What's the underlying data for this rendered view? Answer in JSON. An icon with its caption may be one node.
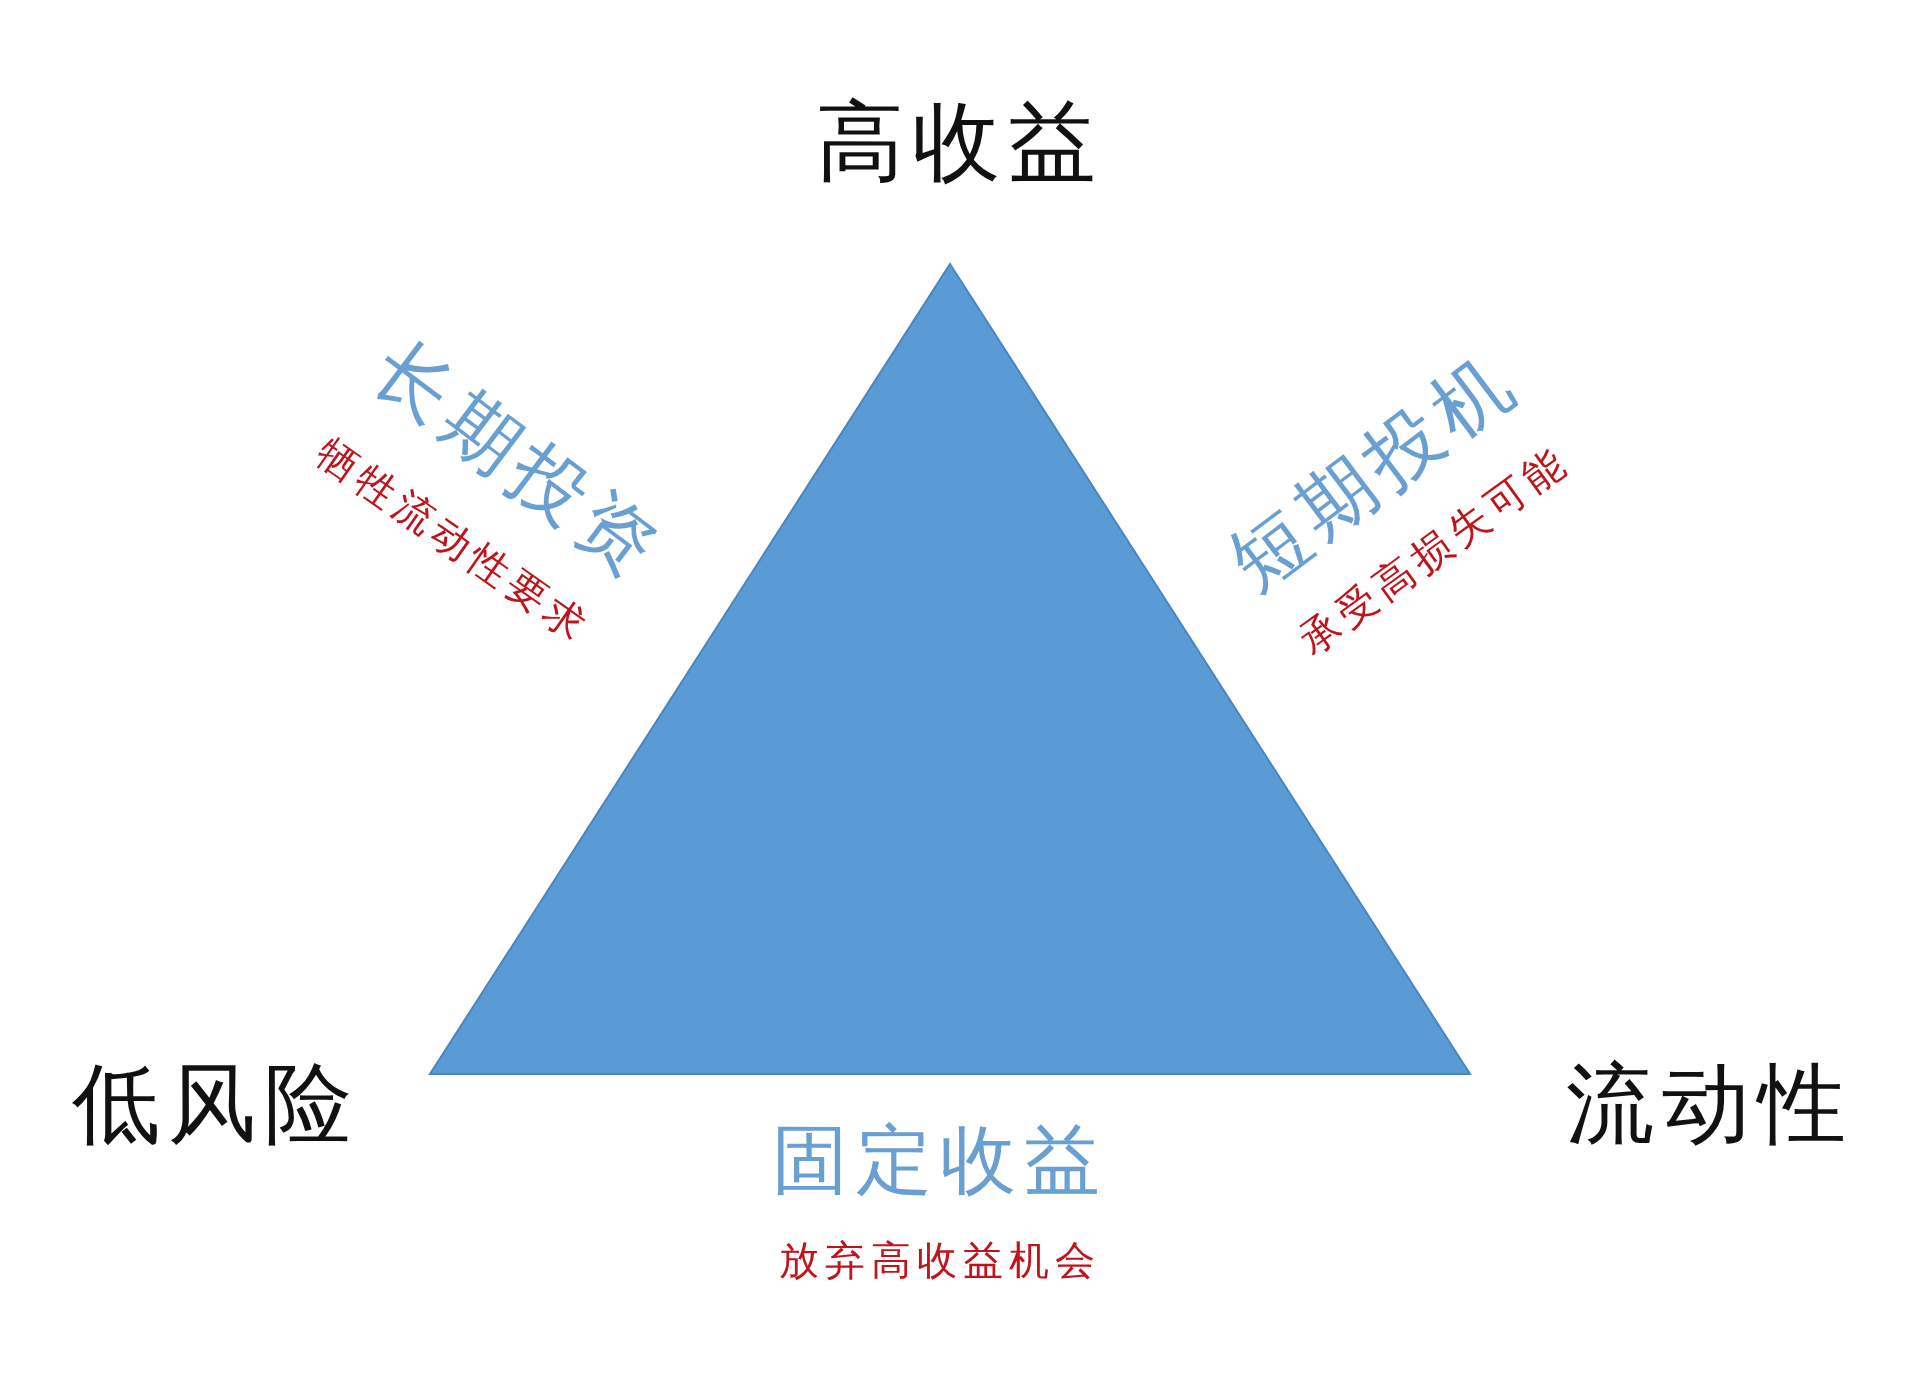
{
  "diagram": {
    "labels": [
      "高收益",
      "长期投资",
      "牺牲流动性要求",
      "短期投机",
      "承受高损失可能",
      "低风险",
      "流动性",
      "固定收益",
      "放弃高收益机会"
    ]
  }
}
